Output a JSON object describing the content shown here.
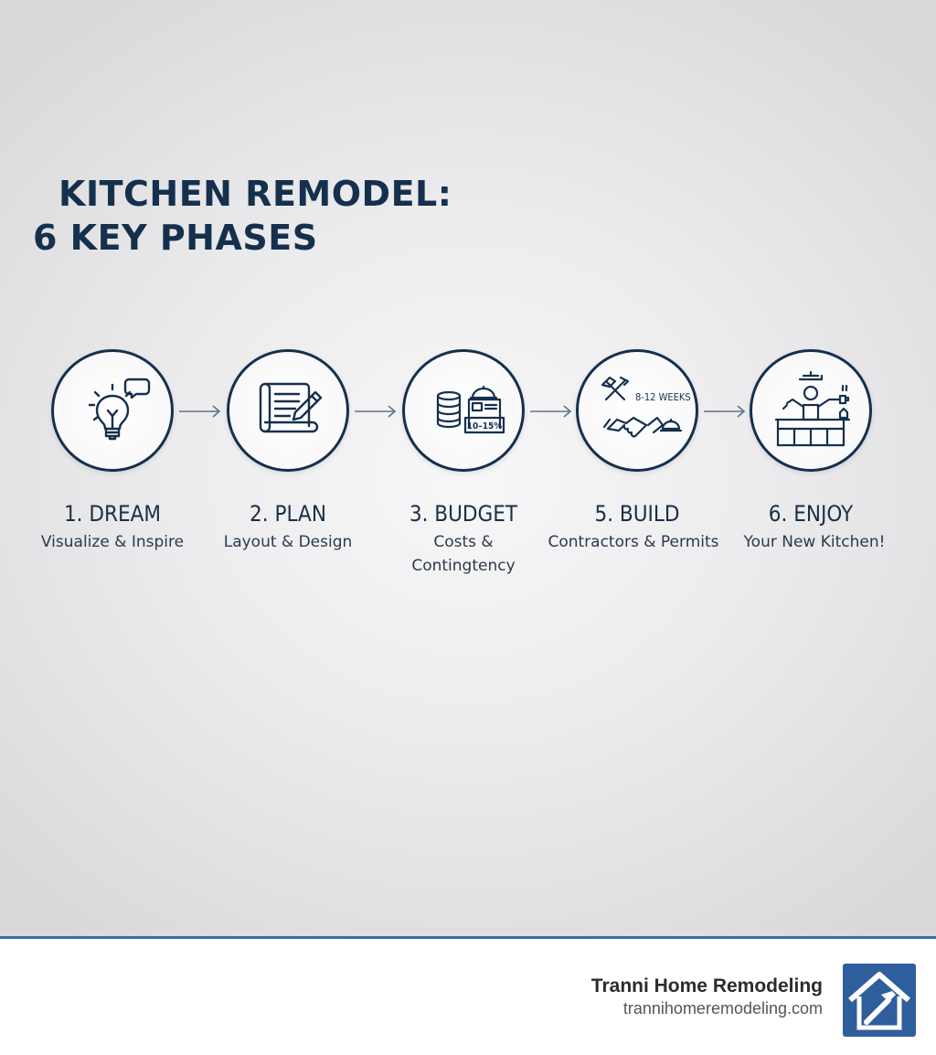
{
  "title": {
    "line1": "KITCHEN REMODEL:",
    "line2": "6 KEY PHASES"
  },
  "steps": [
    {
      "title": "1. DREAM",
      "subtitle_lines": [
        "Visualize & Inspire"
      ],
      "icon": "lightbulb-icon"
    },
    {
      "title": "2. PLAN",
      "subtitle_lines": [
        "Layout & Design"
      ],
      "icon": "blueprint-pencil-icon"
    },
    {
      "title": "3. BUDGET",
      "subtitle_lines": [
        "Costs &",
        "Contingtency"
      ],
      "icon": "coins-contractor-icon",
      "icon_label": "10–15%"
    },
    {
      "title": "5. BUILD",
      "subtitle_lines": [
        "Contractors & Permits"
      ],
      "icon": "tools-handshake-icon",
      "icon_label": "8-12 WEEKS"
    },
    {
      "title": "6. ENJOY",
      "subtitle_lines": [
        "Your New Kitchen!"
      ],
      "icon": "kitchen-person-icon"
    }
  ],
  "footer": {
    "brand_name": "Tranni Home Remodeling",
    "brand_url": "trannihomeremodeling.com",
    "logo": "house-hammer-icon"
  },
  "colors": {
    "navy": "#15304d",
    "accent_blue": "#3a6aa5",
    "logo_blue": "#2f5e9c"
  }
}
